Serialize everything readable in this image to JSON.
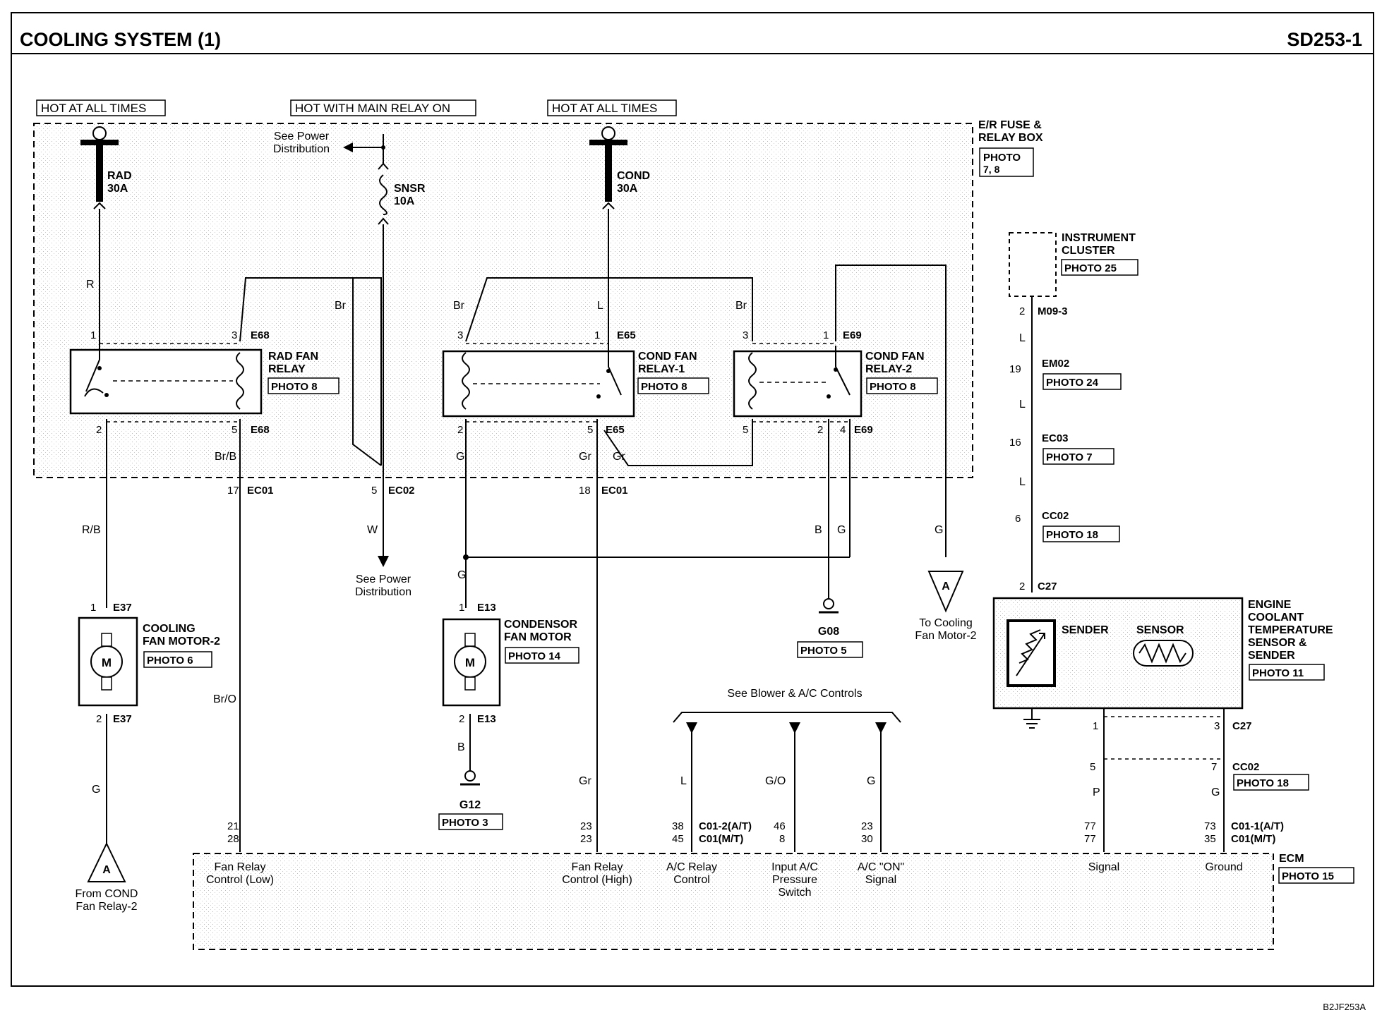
{
  "header": {
    "title": "COOLING SYSTEM (1)",
    "code": "SD253-1"
  },
  "footer": {
    "code": "B2JF253A"
  },
  "power": {
    "hot1": "HOT AT ALL TIMES",
    "hot2": "HOT WITH MAIN RELAY ON",
    "hot3": "HOT AT ALL TIMES",
    "see_power_1a": "See Power",
    "see_power_1b": "Distribution",
    "see_power_2a": "See Power",
    "see_power_2b": "Distribution"
  },
  "fuse_box": {
    "label1": "E/R FUSE &",
    "label2": "RELAY BOX",
    "photo1": "PHOTO",
    "photo2": "7, 8"
  },
  "fuses": {
    "rad_name": "RAD",
    "rad_amp": "30A",
    "snsr_name": "SNSR",
    "snsr_amp": "10A",
    "cond_name": "COND",
    "cond_amp": "30A"
  },
  "relays": {
    "rad": {
      "l1": "RAD FAN",
      "l2": "RELAY",
      "photo": "PHOTO 8"
    },
    "cond1": {
      "l1": "COND FAN",
      "l2": "RELAY-1",
      "photo": "PHOTO 8"
    },
    "cond2": {
      "l1": "COND FAN",
      "l2": "RELAY-2",
      "photo": "PHOTO 8"
    }
  },
  "connectors": {
    "e68": "E68",
    "e65": "E65",
    "e69": "E69",
    "ec01": "EC01",
    "ec02": "EC02",
    "e37": "E37",
    "e13": "E13",
    "m09_3": "M09-3",
    "em02": "EM02",
    "ec03": "EC03",
    "cc02": "CC02",
    "c27": "C27",
    "c01_2": "C01-2(A/T)",
    "c01_mt": "C01(M/T)",
    "c01_1": "C01-1(A/T)"
  },
  "pins": {
    "p1": "1",
    "p2": "2",
    "p3": "3",
    "p4": "4",
    "p5": "5",
    "p6": "6",
    "p7": "7",
    "p16": "16",
    "p17": "17",
    "p18": "18",
    "p19": "19",
    "p21": "21",
    "p28": "28",
    "p23": "23",
    "p38": "38",
    "p45": "45",
    "p46": "46",
    "p8": "8",
    "p30": "30",
    "p77": "77",
    "p73": "73",
    "p35": "35"
  },
  "wires": {
    "R": "R",
    "Br": "Br",
    "L": "L",
    "BrB": "Br/B",
    "W": "W",
    "G": "G",
    "Gr": "Gr",
    "RB": "R/B",
    "BrO": "Br/O",
    "B": "B",
    "GO": "G/O",
    "P": "P"
  },
  "components": {
    "fan_motor2_l1": "COOLING",
    "fan_motor2_l2": "FAN MOTOR-2",
    "fan_motor2_photo": "PHOTO 6",
    "cond_motor_l1": "CONDENSOR",
    "cond_motor_l2": "FAN MOTOR",
    "cond_motor_photo": "PHOTO 14",
    "motor_symbol": "M",
    "g08": "G08",
    "g08_photo": "PHOTO 5",
    "g12": "G12",
    "g12_photo": "PHOTO 3",
    "to_cooling_1": "To Cooling",
    "to_cooling_2": "Fan Motor-2",
    "from_cond_1": "From COND",
    "from_cond_2": "Fan Relay-2",
    "connector_a": "A",
    "cluster_l1": "INSTRUMENT",
    "cluster_l2": "CLUSTER",
    "cluster_photo": "PHOTO 25",
    "photo24": "PHOTO 24",
    "photo7": "PHOTO 7",
    "photo18": "PHOTO 18",
    "sender": "SENDER",
    "sensor": "SENSOR",
    "ects_l1": "ENGINE",
    "ects_l2": "COOLANT",
    "ects_l3": "TEMPERATURE",
    "ects_l4": "SENSOR &",
    "ects_l5": "SENDER",
    "ects_photo": "PHOTO 11",
    "blower": "See Blower & A/C Controls"
  },
  "ecm": {
    "label": "ECM",
    "photo": "PHOTO 15",
    "fan_low_1": "Fan Relay",
    "fan_low_2": "Control (Low)",
    "fan_high_1": "Fan Relay",
    "fan_high_2": "Control (High)",
    "ac_relay_1": "A/C Relay",
    "ac_relay_2": "Control",
    "input_ac_1": "Input A/C",
    "input_ac_2": "Pressure",
    "input_ac_3": "Switch",
    "ac_on_1": "A/C \"ON\"",
    "ac_on_2": "Signal",
    "signal": "Signal",
    "ground": "Ground"
  }
}
